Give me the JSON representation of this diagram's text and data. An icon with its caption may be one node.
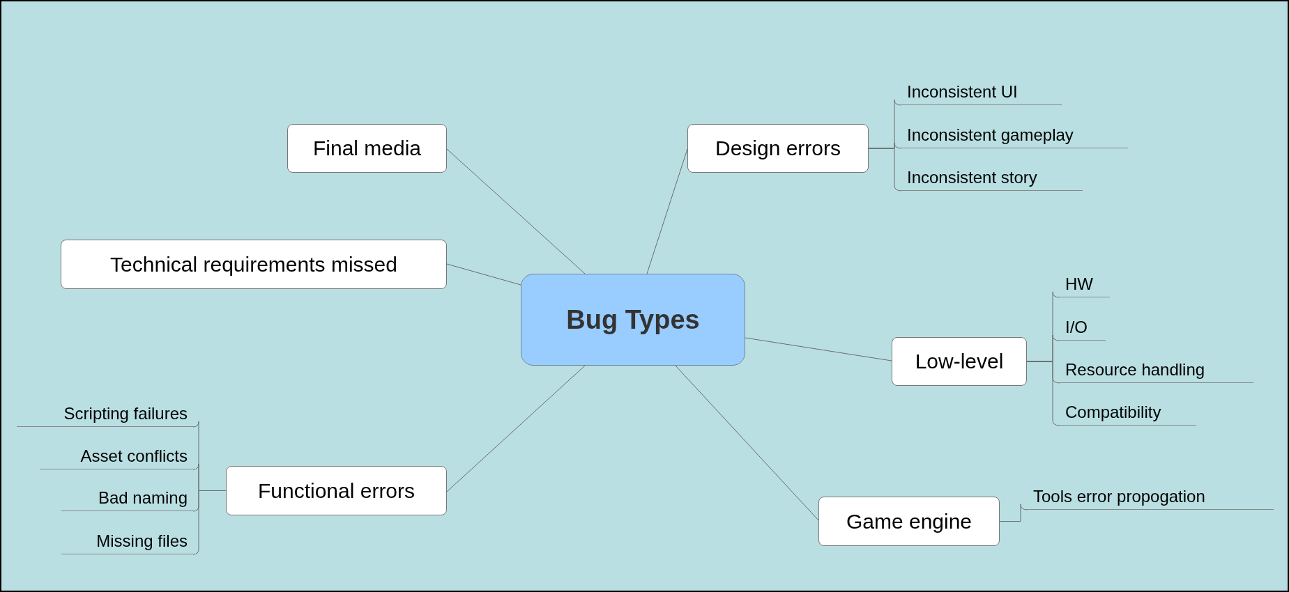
{
  "diagram": {
    "nodes": [
      {
        "text": [
          "Bug Types"
        ]
      },
      {
        "text": [
          "Final media"
        ]
      },
      {
        "text": [
          "Design errors"
        ]
      },
      {
        "text": [
          "Inconsistent UI"
        ]
      },
      {
        "text": [
          "Inconsistent gameplay"
        ]
      },
      {
        "text": [
          "Inconsistent story"
        ]
      },
      {
        "text": [
          "Technical requirements missed"
        ]
      },
      {
        "text": [
          "Low-level"
        ]
      },
      {
        "text": [
          "HW"
        ]
      },
      {
        "text": [
          "I/O"
        ]
      },
      {
        "text": [
          "Resource handling"
        ]
      },
      {
        "text": [
          "Compatibility"
        ]
      },
      {
        "text": [
          "Scripting failures"
        ]
      },
      {
        "text": [
          "Asset conflicts"
        ]
      },
      {
        "text": [
          "Bad naming"
        ]
      },
      {
        "text": [
          "Functional errors"
        ]
      },
      {
        "text": [
          "Missing files"
        ]
      },
      {
        "text": [
          "Game engine"
        ]
      },
      {
        "text": [
          "Tools error propogation"
        ]
      }
    ],
    "edges": [
      {
        "from": 0,
        "to": 1,
        "arrow": "none"
      },
      {
        "from": 0,
        "to": 2,
        "arrow": "none"
      },
      {
        "from": 2,
        "to": 3,
        "arrow": "none"
      },
      {
        "from": 2,
        "to": 4,
        "arrow": "none"
      },
      {
        "from": 2,
        "to": 5,
        "arrow": "none"
      },
      {
        "from": 0,
        "to": 6,
        "arrow": "none"
      },
      {
        "from": 0,
        "to": 7,
        "arrow": "none"
      },
      {
        "from": 7,
        "to": 8,
        "arrow": "none"
      },
      {
        "from": 7,
        "to": 9,
        "arrow": "none"
      },
      {
        "from": 7,
        "to": 10,
        "arrow": "none"
      },
      {
        "from": 7,
        "to": 11,
        "arrow": "none"
      },
      {
        "from": 0,
        "to": 15,
        "arrow": "none"
      },
      {
        "from": 15,
        "to": 12,
        "arrow": "none"
      },
      {
        "from": 15,
        "to": 13,
        "arrow": "none"
      },
      {
        "from": 15,
        "to": 14,
        "arrow": "none"
      },
      {
        "from": 15,
        "to": 16,
        "arrow": "none"
      },
      {
        "from": 0,
        "to": 17,
        "arrow": "none"
      },
      {
        "from": 17,
        "to": 18,
        "arrow": "none"
      }
    ]
  }
}
